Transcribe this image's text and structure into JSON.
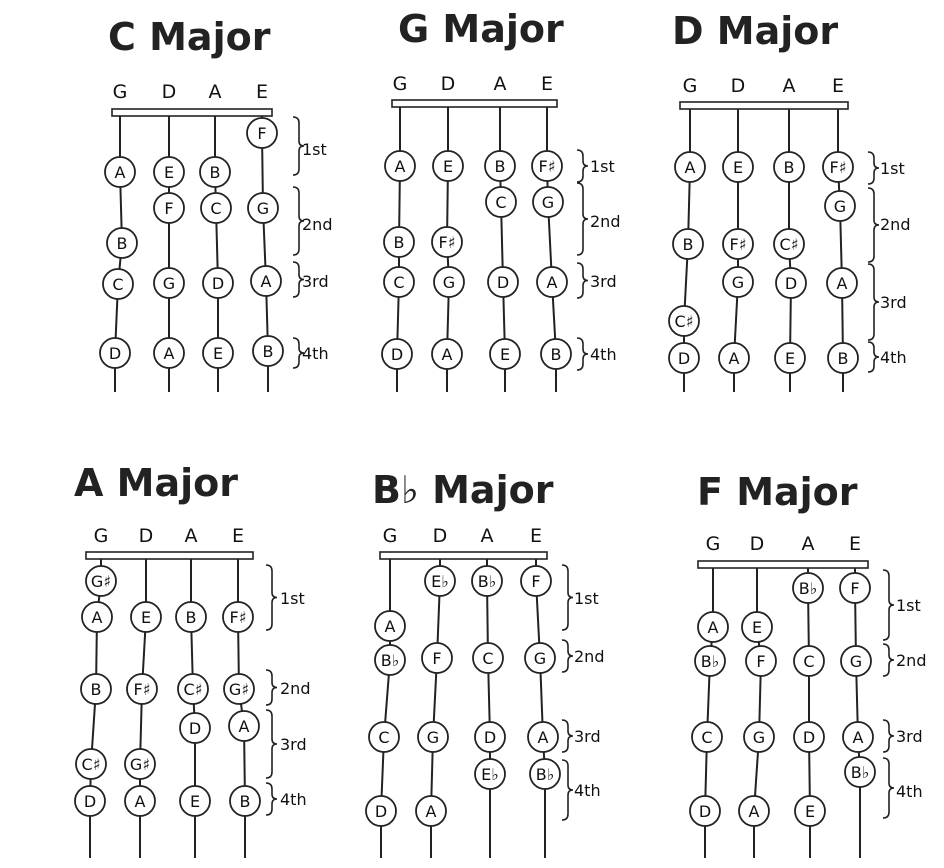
{
  "strings": [
    "G",
    "D",
    "A",
    "E"
  ],
  "diagrams": [
    {
      "title": "C Major",
      "fingers": [
        "1st",
        "2nd",
        "3rd",
        "4th"
      ],
      "notes": [
        [
          "A",
          "B",
          "C",
          "D"
        ],
        [
          "E",
          "F",
          "G",
          "A"
        ],
        [
          "B",
          "C",
          "D",
          "E"
        ],
        [
          "F",
          "G",
          "A",
          "B"
        ]
      ]
    },
    {
      "title": "G Major",
      "fingers": [
        "1st",
        "2nd",
        "3rd",
        "4th"
      ],
      "notes": [
        [
          "A",
          "B",
          "C",
          "D"
        ],
        [
          "E",
          "F♯",
          "G",
          "A"
        ],
        [
          "B",
          "C",
          "D",
          "E"
        ],
        [
          "F♯",
          "G",
          "A",
          "B"
        ]
      ]
    },
    {
      "title": "D Major",
      "fingers": [
        "1st",
        "2nd",
        "3rd",
        "4th"
      ],
      "notes": [
        [
          "A",
          "B",
          "C♯",
          "D"
        ],
        [
          "E",
          "F♯",
          "G",
          "A"
        ],
        [
          "B",
          "C♯",
          "D",
          "E"
        ],
        [
          "F♯",
          "G",
          "A",
          "B"
        ]
      ]
    },
    {
      "title": "A Major",
      "fingers": [
        "1st",
        "2nd",
        "3rd",
        "4th"
      ],
      "notes": [
        [
          "G♯",
          "A",
          "B",
          "C♯",
          "D"
        ],
        [
          "E",
          "F♯",
          "G♯",
          "A"
        ],
        [
          "B",
          "C♯",
          "D",
          "E"
        ],
        [
          "F♯",
          "G♯",
          "A",
          "B"
        ]
      ]
    },
    {
      "title": "B♭ Major",
      "fingers": [
        "1st",
        "2nd",
        "3rd",
        "4th"
      ],
      "notes": [
        [
          "A",
          "B♭",
          "C",
          "D"
        ],
        [
          "E♭",
          "F",
          "G",
          "A"
        ],
        [
          "B♭",
          "C",
          "D",
          "E♭"
        ],
        [
          "F",
          "G",
          "A",
          "B♭"
        ]
      ]
    },
    {
      "title": "F Major",
      "fingers": [
        "1st",
        "2nd",
        "3rd",
        "4th"
      ],
      "notes": [
        [
          "A",
          "B♭",
          "C",
          "D"
        ],
        [
          "E",
          "F",
          "G",
          "A"
        ],
        [
          "B♭",
          "C",
          "D",
          "E"
        ],
        [
          "F",
          "G",
          "A",
          "B♭"
        ]
      ]
    }
  ]
}
